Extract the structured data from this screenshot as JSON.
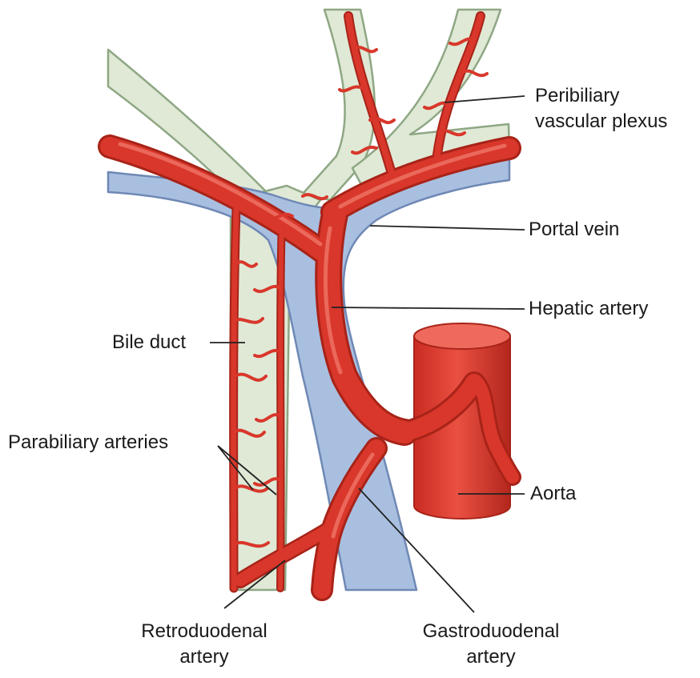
{
  "labels": {
    "peribiliary": [
      "Peribiliary",
      "vascular plexus"
    ],
    "portal_vein": "Portal vein",
    "hepatic_artery": "Hepatic artery",
    "bile_duct": "Bile duct",
    "parabiliary": "Parabiliary arteries",
    "aorta": "Aorta",
    "retroduodenal": [
      "Retroduodenal",
      "artery"
    ],
    "gastroduodenal": [
      "Gastroduodenal",
      "artery"
    ]
  },
  "colors": {
    "artery": "#d9372b",
    "artery_dark": "#a82318",
    "artery_light": "#ee6a5c",
    "bile_duct": "#dfe9d6",
    "bile_duct_edge": "#8fa784",
    "portal_vein": "#a9bfe0",
    "portal_vein_edge": "#6f88b5",
    "leader": "#222222"
  }
}
